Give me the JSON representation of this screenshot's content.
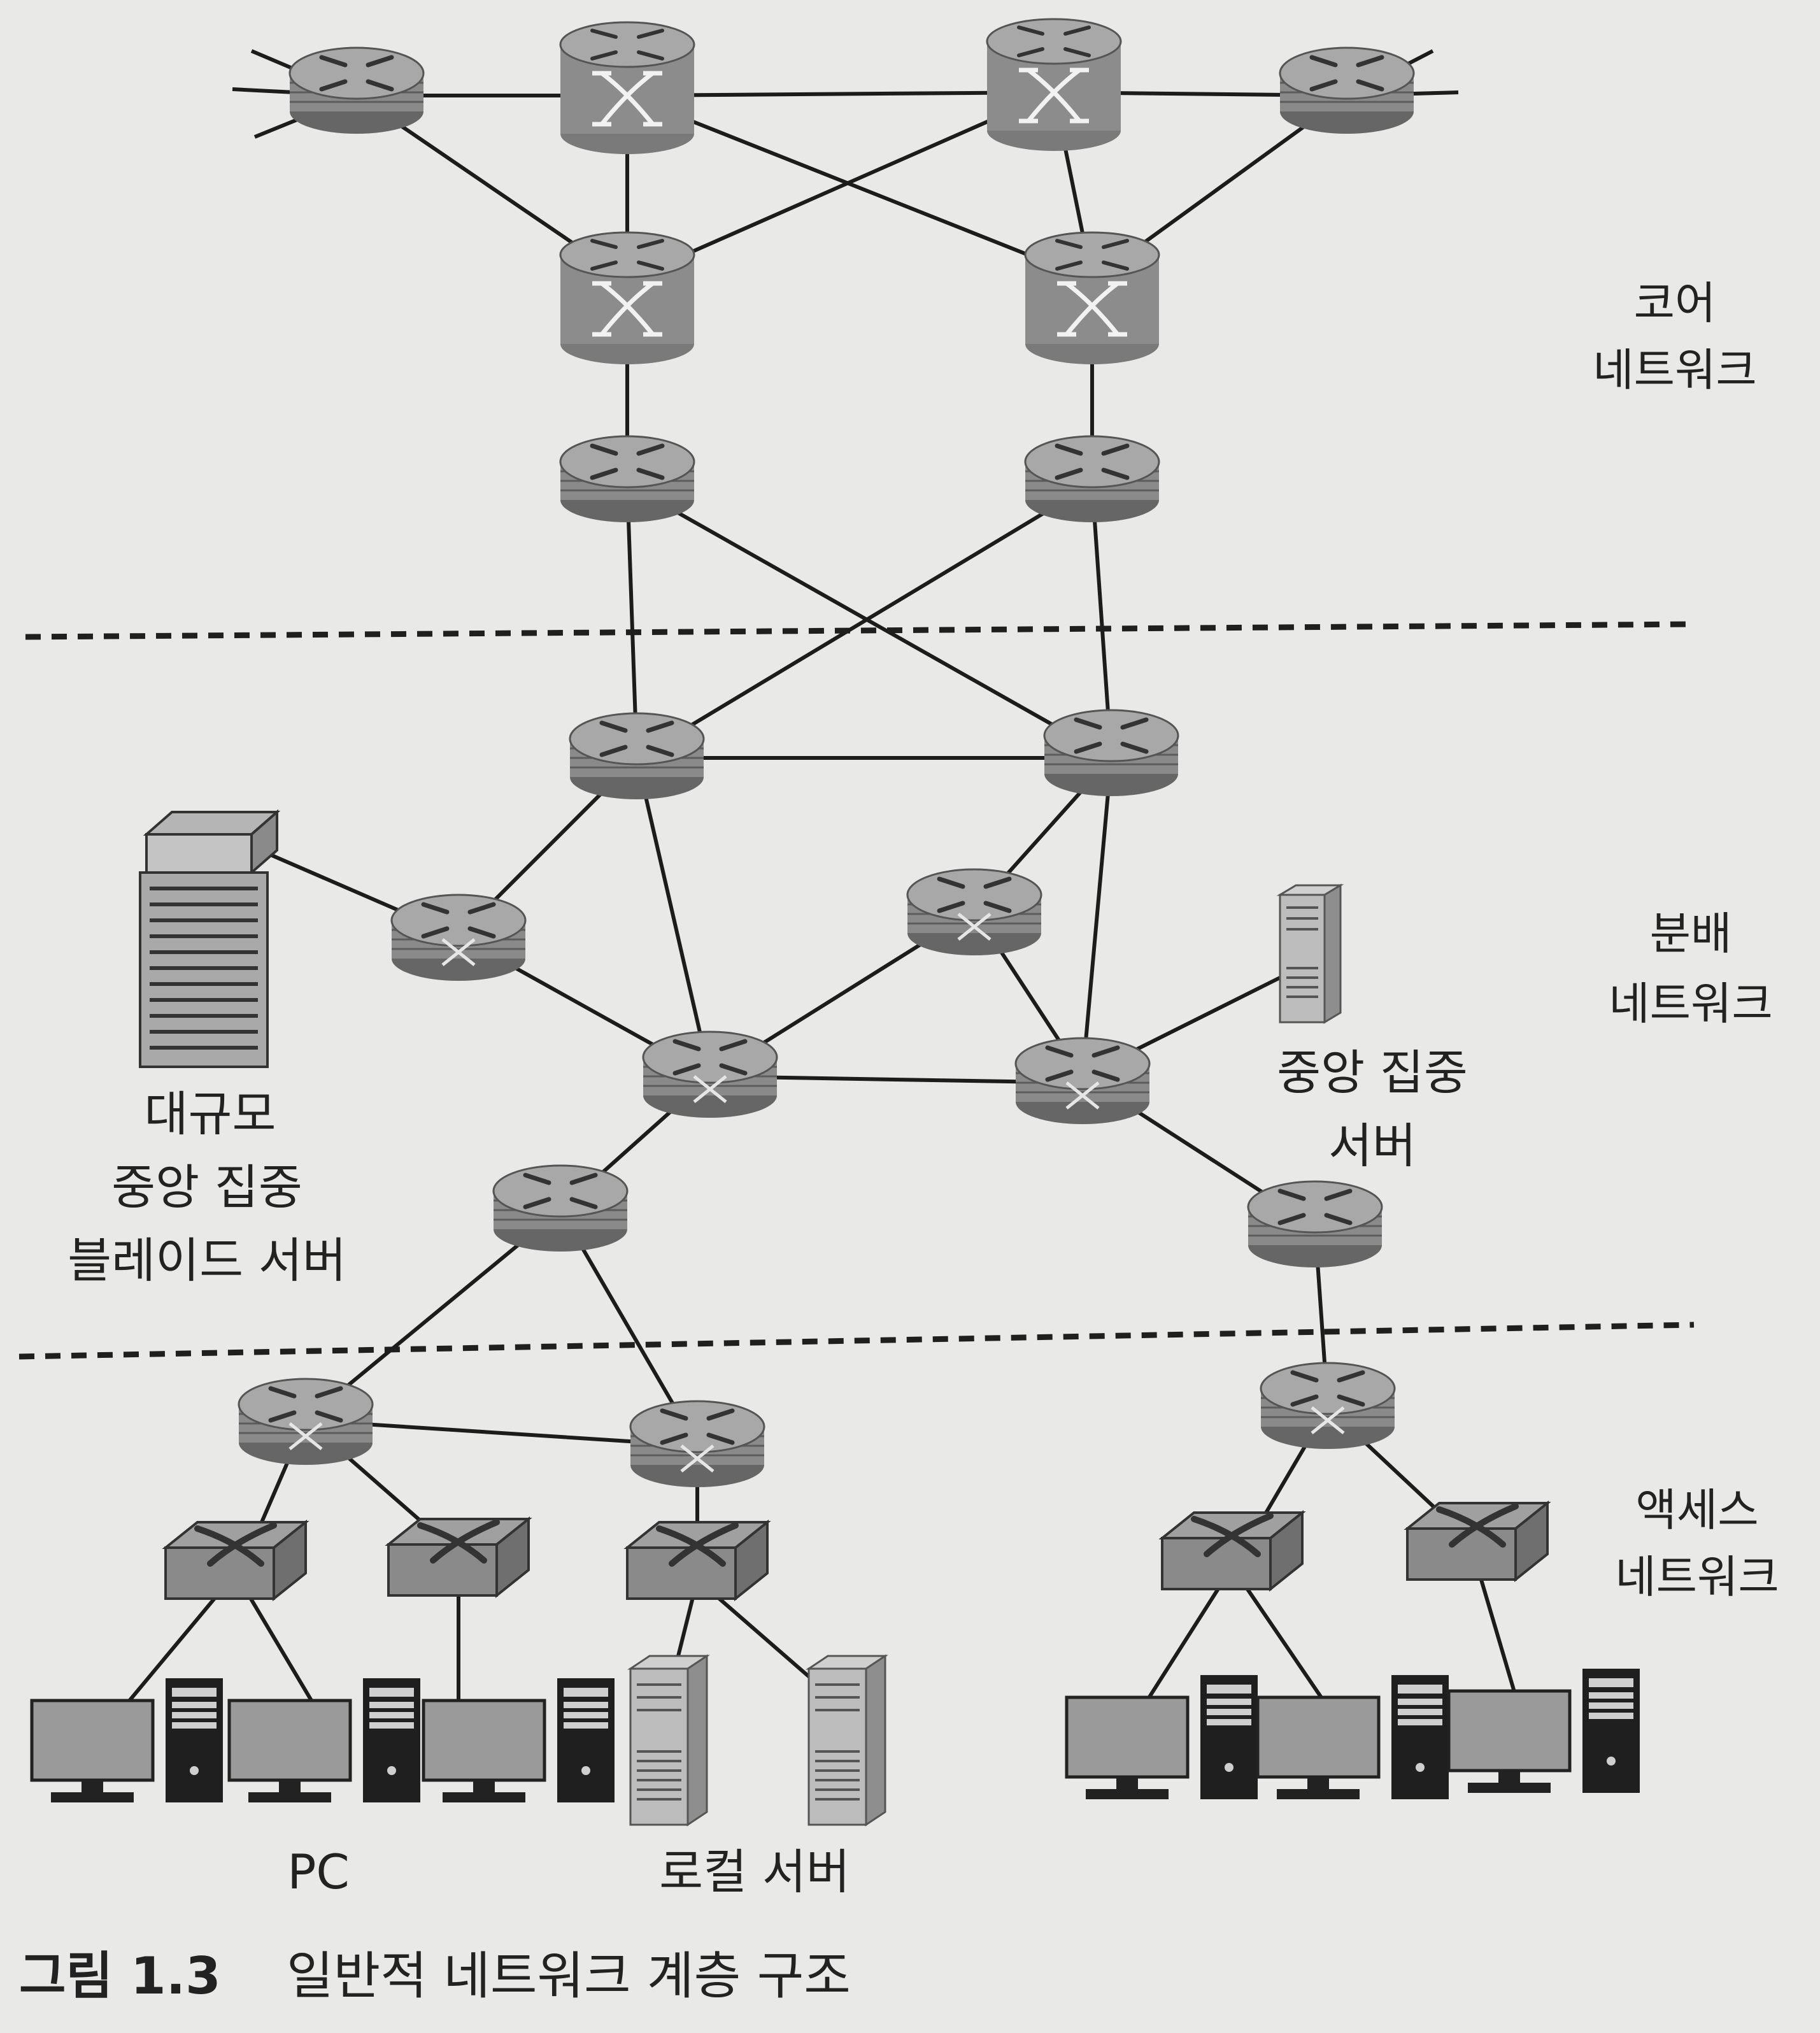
{
  "layers": {
    "core": [
      "코어",
      "네트워크"
    ],
    "distribution": [
      "분배",
      "네트워크"
    ],
    "access": [
      "액세스",
      "네트워크"
    ]
  },
  "labels": {
    "blade_server": [
      "대규모",
      "중앙 집중",
      "블레이드 서버"
    ],
    "central_server": [
      "중앙 집중",
      "서버"
    ],
    "pc": "PC",
    "local_server": "로컬 서버"
  },
  "caption": {
    "number": "그림 1.3",
    "title": "일반적 네트워크 계층 구조"
  },
  "colors": {
    "background": "#e9e9e7",
    "device": "#8c8c8c",
    "device_dark": "#3c3c3c",
    "line": "#1c1c1c",
    "text": "#222222"
  }
}
